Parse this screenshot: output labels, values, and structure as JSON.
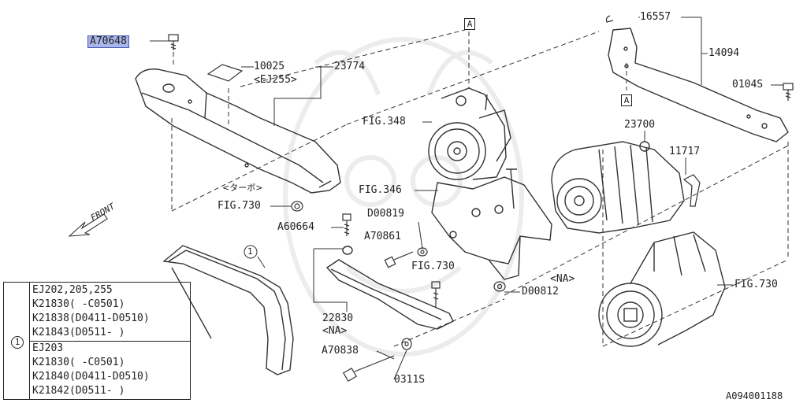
{
  "diagram_id": "A094001188",
  "labels": {
    "highlighted_part": "A70648",
    "p10025": "10025",
    "p23774": "23774",
    "ej255": "<EJ255>",
    "turbo": "<ターボ>",
    "fig730_a": "FIG.730",
    "front": "FRONT",
    "ref_a_top": "A",
    "ref_a_mid": "A",
    "fig348": "FIG.348",
    "fig346": "FIG.346",
    "d00819": "D00819",
    "a60664": "A60664",
    "a70861": "A70861",
    "fig730_b": "FIG.730",
    "p16557": "16557",
    "p14094": "14094",
    "p0104s": "0104S",
    "p23700": "23700",
    "p11717": "11717",
    "na_a": "<NA>",
    "d00812": "D00812",
    "fig730_c": "FIG.730",
    "p22830": "22830",
    "na_b": "<NA>",
    "a70838": "A70838",
    "p0311s": "0311S",
    "callout_1": "1"
  },
  "legend": {
    "item": "1",
    "group1": [
      "EJ202,205,255",
      "K21830( -C0501)",
      "K21838(D0411-D0510)",
      "K21843(D0511- )"
    ],
    "group2": [
      "EJ203",
      "K21830( -C0501)",
      "K21840(D0411-D0510)",
      "K21842(D0511- )"
    ]
  },
  "colors": {
    "highlight": "#a9b4e8",
    "ink": "#222222"
  }
}
